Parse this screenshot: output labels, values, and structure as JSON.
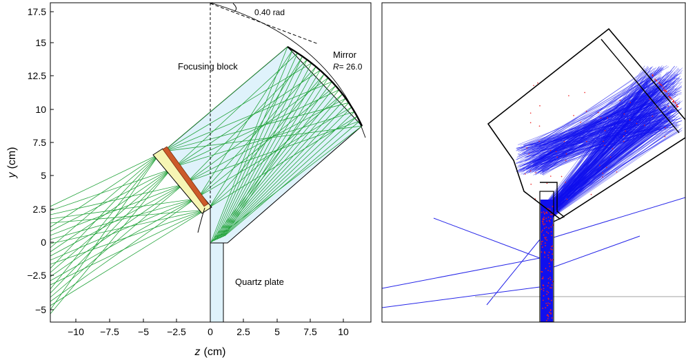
{
  "left_panel": {
    "xlabel_var": "z",
    "xlabel_unit": "(cm)",
    "ylabel_var": "y",
    "ylabel_unit": "(cm)",
    "x_ticks": [
      "−10",
      "−7.5",
      "−5",
      "−2.5",
      "0",
      "2.5",
      "5",
      "7.5",
      "10"
    ],
    "y_ticks": [
      "17.5",
      "15",
      "12.5",
      "10",
      "7.5",
      "5",
      "2.5",
      "0",
      "−2.5",
      "−5"
    ],
    "angle_label": "0.40 rad",
    "mirror_label": "Mirror",
    "radius_var": "R",
    "radius_value": "= 26.0",
    "focusing_block_label": "Focusing block",
    "quartz_plate_label": "Quartz plate"
  },
  "colors": {
    "ray_green": "#22a33a",
    "block_fill": "#dff2fb",
    "detector_yellow": "#f6f5b4",
    "detector_orange": "#cc5a2a",
    "ray_blue": "#1010ee",
    "hit_red": "#ee2020",
    "outline": "#000000"
  }
}
